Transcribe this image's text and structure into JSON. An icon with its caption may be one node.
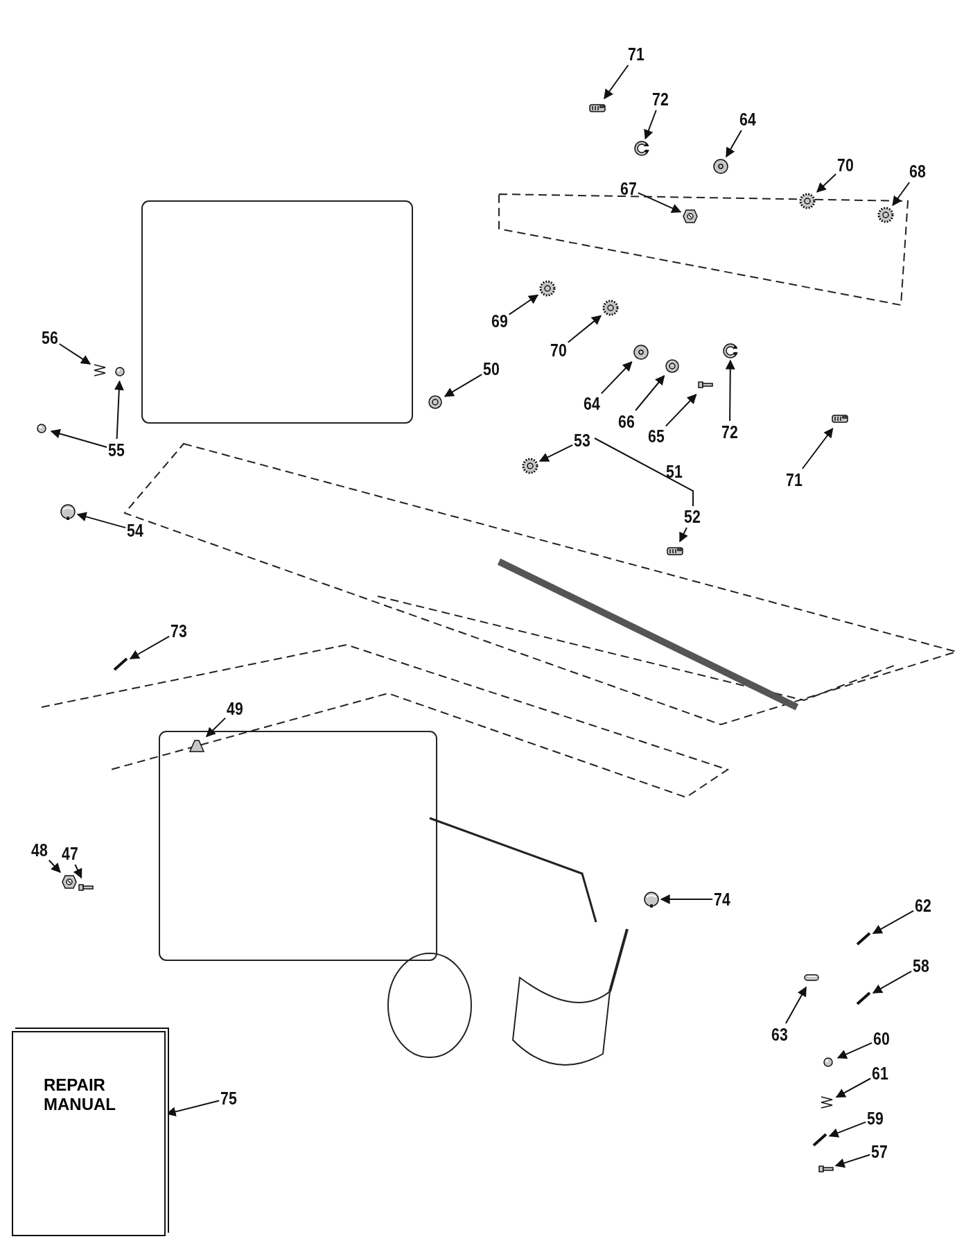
{
  "diagram": {
    "nodes": [
      {
        "text": [
          "71"
        ]
      },
      {
        "text": [],
        "shape": "picture"
      },
      {
        "text": [
          "72"
        ]
      },
      {
        "text": [],
        "shape": "picture"
      },
      {
        "text": [
          "64"
        ]
      },
      {
        "text": [],
        "shape": "picture"
      },
      {
        "text": [
          "70"
        ]
      },
      {
        "text": [],
        "shape": "picture"
      },
      {
        "text": [
          "68"
        ]
      },
      {
        "text": [],
        "shape": "picture"
      },
      {
        "text": [
          "67"
        ]
      },
      {
        "text": [],
        "shape": "picture"
      },
      {
        "text": [
          "69"
        ]
      },
      {
        "text": [],
        "shape": "picture"
      },
      {
        "text": [
          "56"
        ]
      },
      {
        "text": [],
        "shape": "picture"
      },
      {
        "text": [
          "70"
        ]
      },
      {
        "text": [],
        "shape": "picture"
      },
      {
        "text": [
          "50"
        ]
      },
      {
        "text": [],
        "shape": "picture"
      },
      {
        "text": [
          "64"
        ]
      },
      {
        "text": [],
        "shape": "picture"
      },
      {
        "text": [
          "66"
        ]
      },
      {
        "text": [],
        "shape": "picture"
      },
      {
        "text": [
          "72"
        ]
      },
      {
        "text": [],
        "shape": "picture"
      },
      {
        "text": [
          "65"
        ]
      },
      {
        "text": [],
        "shape": "picture"
      },
      {
        "text": [
          "55"
        ]
      },
      {
        "text": [],
        "shape": "picture"
      },
      {
        "text": [],
        "shape": "picture"
      },
      {
        "text": [
          "53"
        ]
      },
      {
        "text": [],
        "shape": "picture"
      },
      {
        "text": [
          "71"
        ]
      },
      {
        "text": [],
        "shape": "picture"
      },
      {
        "text": [
          "52"
        ]
      },
      {
        "text": [],
        "shape": "picture"
      },
      {
        "text": [
          "54"
        ]
      },
      {
        "text": [],
        "shape": "picture"
      },
      {
        "text": [
          "73"
        ]
      },
      {
        "text": [],
        "shape": "picture"
      },
      {
        "text": [
          "49"
        ]
      },
      {
        "text": [],
        "shape": "picture"
      },
      {
        "text": [
          "48"
        ]
      },
      {
        "text": [],
        "shape": "picture"
      },
      {
        "text": [
          "47"
        ]
      },
      {
        "text": [],
        "shape": "picture"
      },
      {
        "text": [
          "74"
        ]
      },
      {
        "text": [],
        "shape": "picture"
      },
      {
        "text": [
          "62"
        ]
      },
      {
        "text": [],
        "shape": "picture"
      },
      {
        "text": [
          "58"
        ]
      },
      {
        "text": [],
        "shape": "picture"
      },
      {
        "text": [
          "63"
        ]
      },
      {
        "text": [],
        "shape": "picture"
      },
      {
        "text": [
          "60"
        ]
      },
      {
        "text": [],
        "shape": "picture"
      },
      {
        "text": [
          "61"
        ]
      },
      {
        "text": [],
        "shape": "picture"
      },
      {
        "text": [
          "REPAIR MANUAL"
        ]
      },
      {
        "text": [
          "75"
        ]
      },
      {
        "text": [
          "59"
        ]
      },
      {
        "text": [],
        "shape": "picture"
      },
      {
        "text": [
          "57"
        ]
      },
      {
        "text": [],
        "shape": "picture"
      }
    ],
    "edges": [
      {
        "from": 0,
        "to": 1,
        "arrow": "to"
      },
      {
        "from": 2,
        "to": 3,
        "arrow": "to"
      },
      {
        "from": 4,
        "to": 5,
        "arrow": "to"
      },
      {
        "from": 6,
        "to": 7,
        "arrow": "to"
      },
      {
        "from": 8,
        "to": 9,
        "arrow": "to"
      },
      {
        "from": 10,
        "to": 11,
        "arrow": "to"
      },
      {
        "from": 12,
        "to": 13,
        "arrow": "to"
      },
      {
        "from": 14,
        "to": 15,
        "arrow": "to"
      },
      {
        "from": 16,
        "to": 17,
        "arrow": "to"
      },
      {
        "from": 18,
        "to": 19,
        "arrow": "to"
      },
      {
        "from": 20,
        "to": 21,
        "arrow": "to"
      },
      {
        "from": 22,
        "to": 23,
        "arrow": "to"
      },
      {
        "from": 24,
        "to": 25,
        "arrow": "to"
      },
      {
        "from": 26,
        "to": 27,
        "arrow": "to"
      },
      {
        "from": 28,
        "to": 29,
        "arrow": "to"
      },
      {
        "from": 28,
        "to": 30,
        "arrow": "to"
      },
      {
        "from": 31,
        "to": 32,
        "arrow": "to"
      },
      {
        "from": 33,
        "to": 34,
        "arrow": "to"
      },
      {
        "from": 35,
        "to": 36,
        "arrow": "to"
      },
      {
        "from": 37,
        "to": 38,
        "arrow": "to"
      },
      {
        "from": 39,
        "to": 40,
        "arrow": "to"
      },
      {
        "from": 41,
        "to": 42,
        "arrow": "to"
      },
      {
        "from": 43,
        "to": 44,
        "arrow": "to"
      },
      {
        "from": 45,
        "to": 46,
        "arrow": "to"
      },
      {
        "from": 47,
        "to": 48,
        "arrow": "to"
      },
      {
        "from": 49,
        "to": 50,
        "arrow": "to"
      },
      {
        "from": 51,
        "to": 52,
        "arrow": "to"
      },
      {
        "from": 53,
        "to": 54,
        "arrow": "to"
      },
      {
        "from": 55,
        "to": 56,
        "arrow": "to"
      },
      {
        "from": 57,
        "to": 58,
        "arrow": "to"
      },
      {
        "from": 60,
        "to": 59,
        "arrow": "to"
      },
      {
        "from": 61,
        "to": 62,
        "arrow": "to"
      },
      {
        "from": 63,
        "to": 64,
        "arrow": "to"
      }
    ],
    "labels": [
      "51"
    ]
  }
}
